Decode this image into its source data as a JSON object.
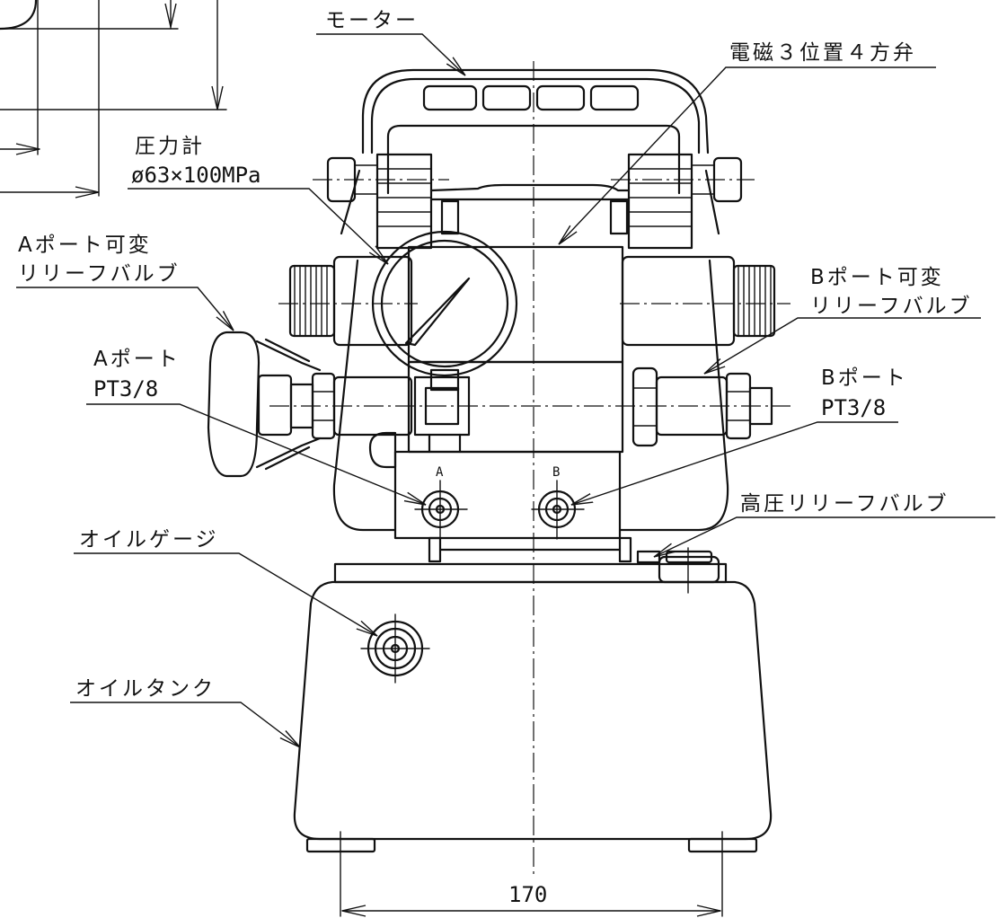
{
  "labels": {
    "motor": "モーター",
    "solenoid_valve": "電磁３位置４方弁",
    "pressure_gauge_line1": "圧力計",
    "pressure_gauge_line2": "ø63×100MPa",
    "a_relief_line1": "Aポート可変",
    "a_relief_line2": "リリーフバルブ",
    "b_relief_line1": "Bポート可変",
    "b_relief_line2": "リリーフバルブ",
    "a_port_line1": "Aポート",
    "a_port_line2": "PT3/8",
    "b_port_line1": "Bポート",
    "b_port_line2": "PT3/8",
    "high_pressure_relief": "高圧リリーフバルブ",
    "oil_gauge": "オイルゲージ",
    "oil_tank": "オイルタンク",
    "port_a_mark": "A",
    "port_b_mark": "B"
  },
  "dimensions": {
    "base_width": "170"
  }
}
